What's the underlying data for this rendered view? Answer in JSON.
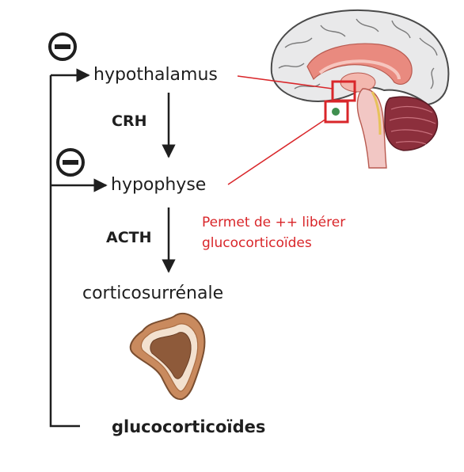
{
  "nodes": {
    "hypothalamus": "hypothalamus",
    "hypophyse": "hypophyse",
    "corticosurrenale": "corticosurrénale",
    "glucocorticoides": "glucocorticoïdes"
  },
  "hormones": {
    "crh": "CRH",
    "acth": "ACTH"
  },
  "annotation": {
    "line1": "Permet de ++ libérer",
    "line2": "glucocorticoïdes"
  },
  "colors": {
    "annotation": "#d9262a",
    "arrows": "#1f1f1f",
    "brain_outline": "#4a4a4a",
    "brain_fill": "#e9e9ea",
    "corpus_callosum": "#e98a7f",
    "cerebellum": "#8c2f3c",
    "brainstem": "#f2c7c4",
    "adrenal_outer": "#c98a5e",
    "adrenal_inner": "#8e5a3a"
  },
  "icons": [
    "minus-circle-icon",
    "brain-illustration",
    "adrenal-gland-illustration"
  ]
}
